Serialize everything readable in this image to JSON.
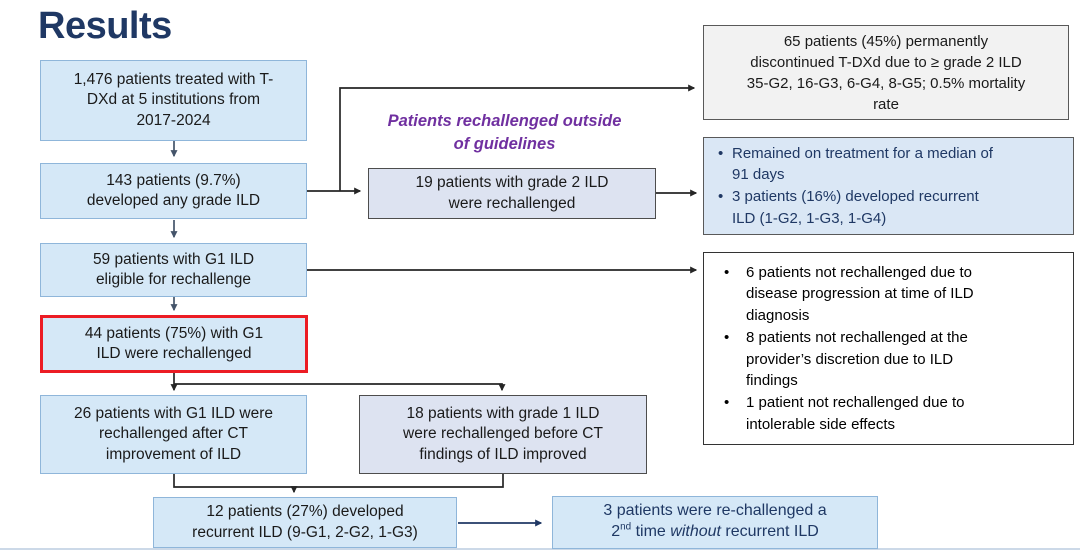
{
  "slide": {
    "title": "Results"
  },
  "colors": {
    "title_navy": "#1f3864",
    "flow_box_fill": "#d5e8f7",
    "flow_box_border": "#8fb6da",
    "lavender_fill": "#dde3f1",
    "lavender_border": "#4d4d4d",
    "highlight_red": "#ec1c24",
    "gray_note_fill": "#f2f2f2",
    "blue_note_fill": "#dae7f5",
    "purple_label": "#7030a0",
    "connector_black": "#262626",
    "connector_slate": "#44546a",
    "connector_navy": "#203864"
  },
  "flow": {
    "treated": "1,476 patients treated with T-\nDXd at 5 institutions from\n2017-2024",
    "developed": "143 patients (9.7%)\ndeveloped any grade ILD",
    "eligible": "59 patients with G1 ILD\neligible for rechallenge",
    "rechallenged": "44 patients (75%) with G1\nILD were rechallenged",
    "after_ct": "26 patients with G1 ILD were\nrechallenged after CT\nimprovement of ILD",
    "before_ct": "18 patients with grade 1 ILD\nwere rechallenged before CT\nfindings of ILD improved",
    "recurrent": "12 patients (27%) developed\nrecurrent ILD (9-G1, 2-G2, 1-G3)",
    "grade2": "19 patients with grade 2 ILD\nwere rechallenged"
  },
  "label_outside_guidelines": "Patients rechallenged outside\nof guidelines",
  "second_rechallenge": {
    "part1": "3 patients were re-challenged a\n2",
    "sup": "nd",
    "part2": " time ",
    "italic": "without",
    "part3": " recurrent ILD"
  },
  "notes": {
    "discontinued": "65 patients (45%) permanently\ndiscontinued T-DXd due to ≥ grade 2 ILD\n35-G2, 16-G3, 6-G4, 8-G5; 0.5% mortality\nrate",
    "remained": {
      "items": [
        "Remained on treatment for a median of\n91 days",
        "3 patients (16%) developed recurrent\nILD (1-G2, 1-G3, 1-G4)"
      ]
    },
    "not_rechallenged": {
      "items": [
        "6 patients not rechallenged due to\ndisease progression at time of ILD\ndiagnosis",
        "8 patients not rechallenged at the\nprovider’s discretion due to ILD\nfindings",
        "1 patient not rechallenged due to\nintolerable side effects"
      ]
    }
  }
}
